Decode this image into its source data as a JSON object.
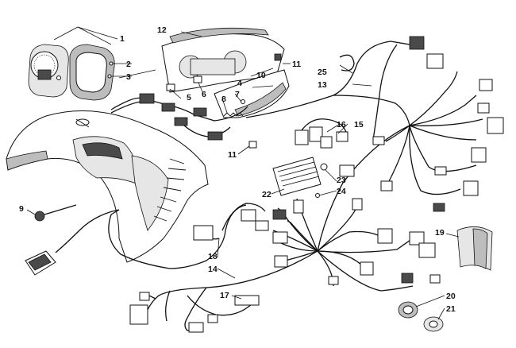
{
  "callouts": {
    "c1": "1",
    "c2": "2",
    "c3": "3",
    "c4": "4",
    "c5": "5",
    "c6": "6",
    "c7": "7",
    "c8": "8",
    "c9": "9",
    "c10": "10",
    "c11a": "11",
    "c11b": "11",
    "c12": "12",
    "c13": "13",
    "c14": "14",
    "c15": "15",
    "c16": "16",
    "c17": "17",
    "c18": "18",
    "c19": "19",
    "c20": "20",
    "c21": "21",
    "c22": "22",
    "c23": "23",
    "c24": "24",
    "c25": "25"
  }
}
